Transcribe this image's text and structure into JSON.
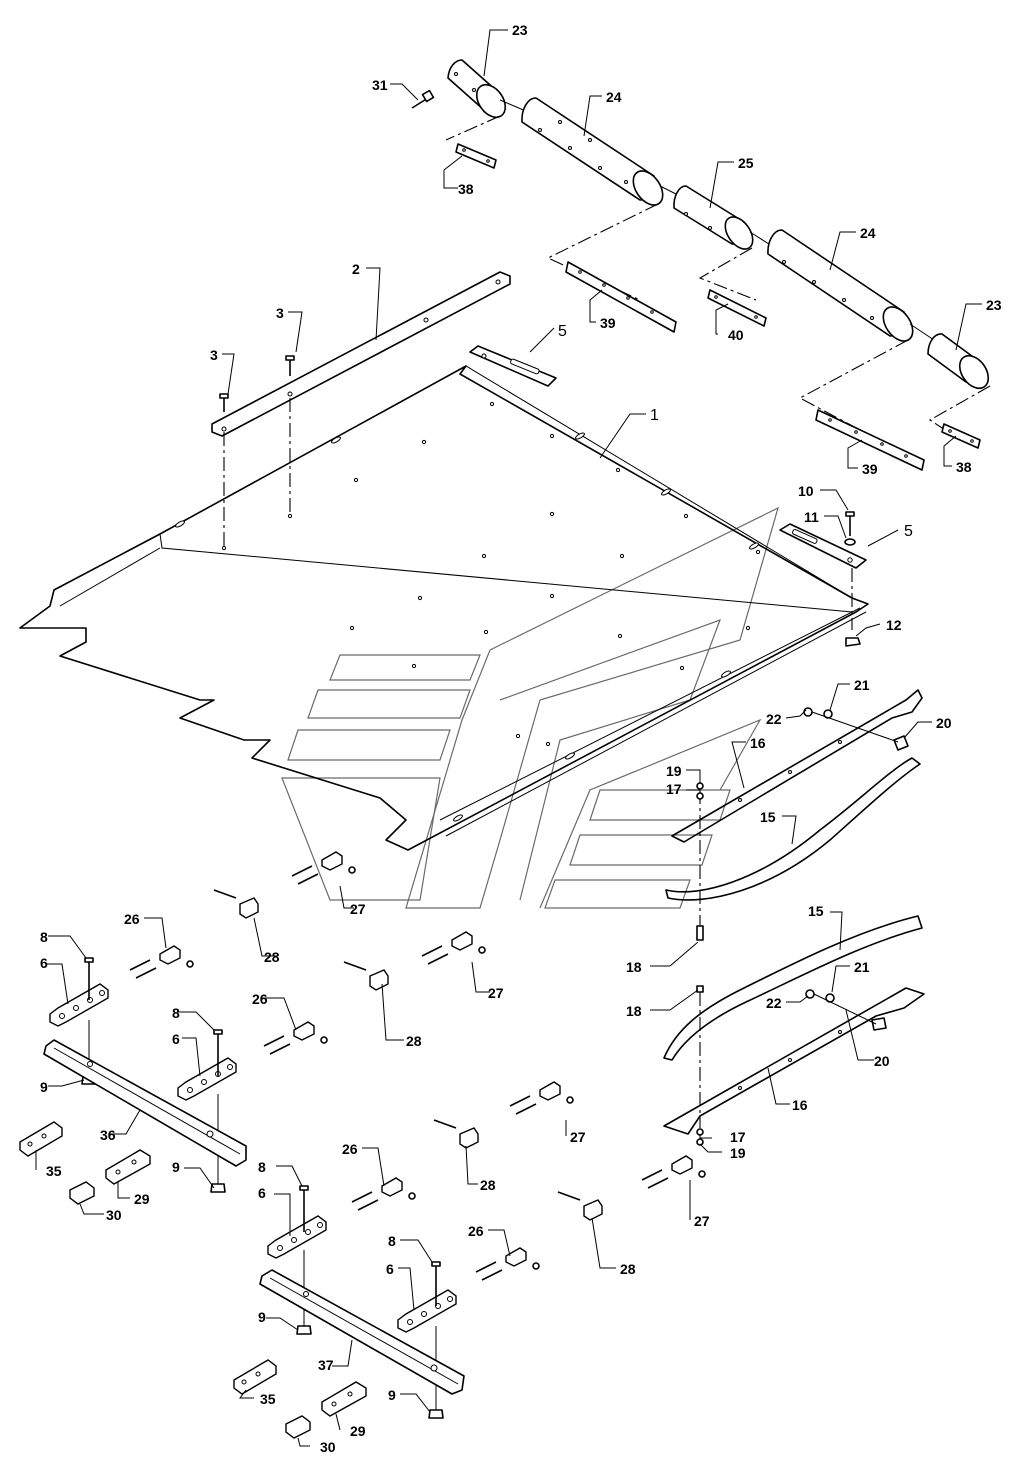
{
  "diagram": {
    "callouts": {
      "c1": "1",
      "c2": "2",
      "c3a": "3",
      "c3b": "3",
      "c5a": "5",
      "c5b": "5",
      "c6a": "6",
      "c6b": "6",
      "c6c": "6",
      "c6d": "6",
      "c8a": "8",
      "c8b": "8",
      "c8c": "8",
      "c8d": "8",
      "c9a": "9",
      "c9b": "9",
      "c9c": "9",
      "c9d": "9",
      "c10": "10",
      "c11": "11",
      "c12": "12",
      "c15a": "15",
      "c15b": "15",
      "c16a": "16",
      "c16b": "16",
      "c17a": "17",
      "c17b": "17",
      "c18a": "18",
      "c18b": "18",
      "c19a": "19",
      "c19b": "19",
      "c20a": "20",
      "c20b": "20",
      "c21a": "21",
      "c21b": "21",
      "c22a": "22",
      "c22b": "22",
      "c23a": "23",
      "c23b": "23",
      "c24a": "24",
      "c24b": "24",
      "c25": "25",
      "c26a": "26",
      "c26b": "26",
      "c26c": "26",
      "c26d": "26",
      "c27a": "27",
      "c27b": "27",
      "c27c": "27",
      "c27d": "27",
      "c28a": "28",
      "c28b": "28",
      "c28c": "28",
      "c28d": "28",
      "c29a": "29",
      "c29b": "29",
      "c30a": "30",
      "c30b": "30",
      "c31": "31",
      "c35a": "35",
      "c35b": "35",
      "c36": "36",
      "c37": "37",
      "c38a": "38",
      "c38b": "38",
      "c39a": "39",
      "c39b": "39",
      "c40": "40"
    }
  }
}
